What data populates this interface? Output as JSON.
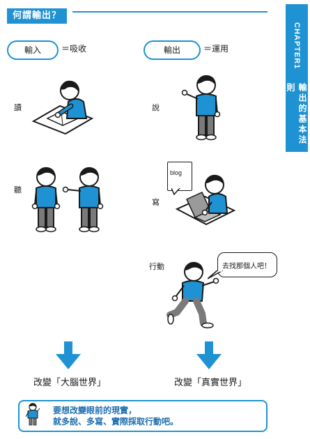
{
  "header": {
    "title": "何謂輸出？"
  },
  "side_tab": {
    "chapter": "CHAPTER1",
    "title": "輸出的基本法則"
  },
  "input_section": {
    "oval_label": "輸入",
    "meaning": "＝吸收",
    "actions": [
      "讀",
      "聽"
    ],
    "result": "改變「大腦世界」"
  },
  "output_section": {
    "oval_label": "輸出",
    "meaning": "＝運用",
    "actions": [
      "說",
      "寫",
      "行動"
    ],
    "blog_label": "blog",
    "speech_bubble": "去找那個人吧！",
    "result": "改變「真實世界」"
  },
  "bottom_note": {
    "line1": "要想改變眼前的現實，",
    "line2": "就多說、多寫、實際採取行動吧。"
  },
  "colors": {
    "accent": "#1e92d2",
    "shirt": "#1e92d2",
    "pants": "#7a7a7a",
    "text": "#1a1a1a"
  },
  "icons": {
    "arrow": "down-arrow-icon",
    "person": "person-icon"
  }
}
